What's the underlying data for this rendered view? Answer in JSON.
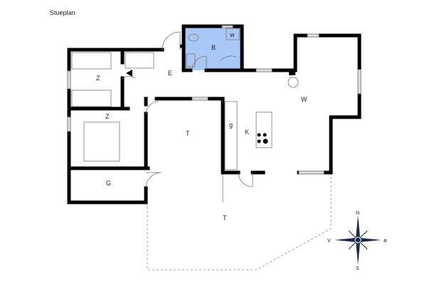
{
  "title": "Stueplan",
  "rooms": {
    "bedroom_top": "Z",
    "bedroom_bottom": "Z",
    "entrance": "E",
    "bathroom": "B",
    "toilet": "w",
    "living": "W",
    "kitchen": "K",
    "appliance": "g",
    "terrace_covered": "T",
    "terrace_open": "T",
    "garage": "G"
  },
  "compass": {
    "north": "N",
    "south": "S",
    "west": "V",
    "east": "ø",
    "color": "#1c2a4a"
  },
  "colors": {
    "bathroom_fill": "#a9c8f5",
    "wall": "#000000"
  }
}
